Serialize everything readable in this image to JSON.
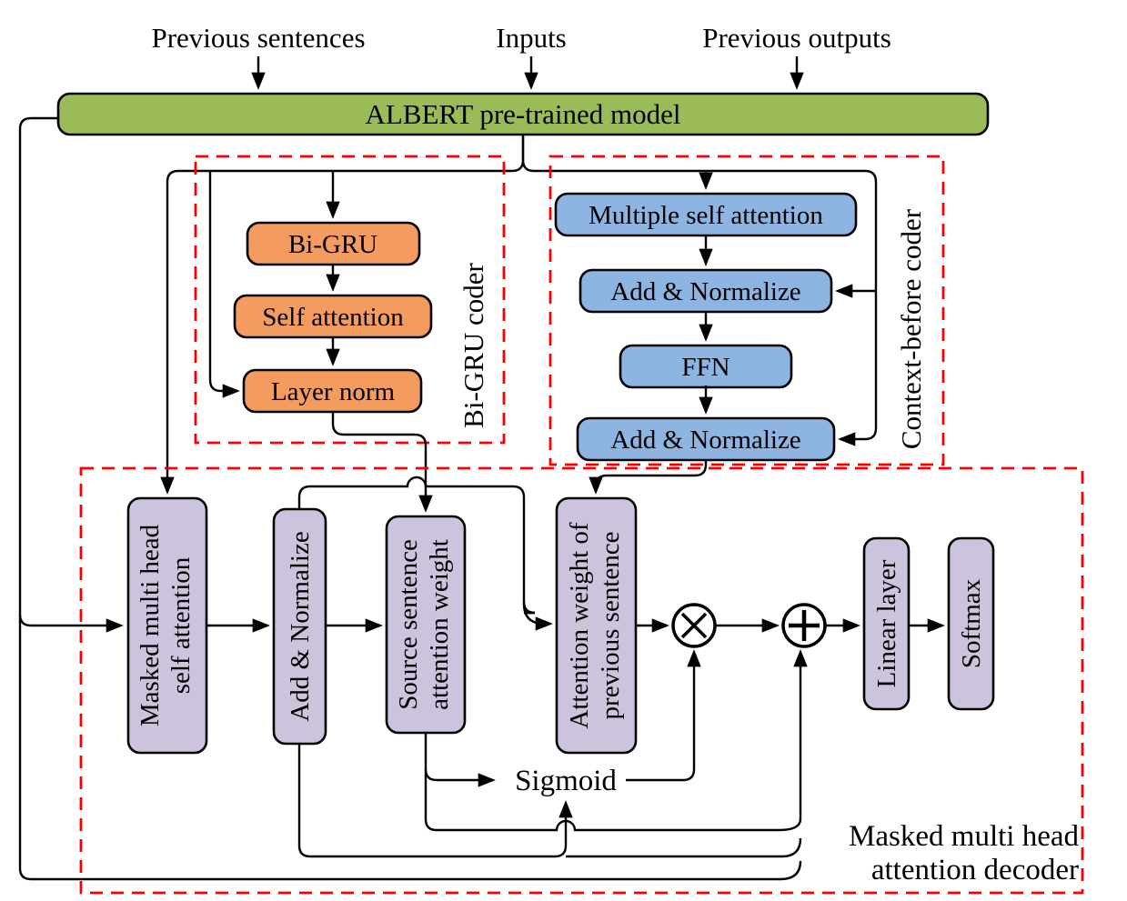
{
  "top_inputs": {
    "previous_sentences": "Previous sentences",
    "inputs": "Inputs",
    "previous_outputs": "Previous outputs"
  },
  "albert_label": "ALBERT pre-trained model",
  "bigru_coder": {
    "label": "Bi-GRU coder",
    "bi_gru": "Bi-GRU",
    "self_attention": "Self attention",
    "layer_norm": "Layer norm"
  },
  "context_coder": {
    "label": "Context-before coder",
    "multiple_self_attention": "Multiple self attention",
    "add_normalize_1": "Add & Normalize",
    "ffn": "FFN",
    "add_normalize_2": "Add & Normalize"
  },
  "decoder": {
    "label_line1": "Masked multi head",
    "label_line2": "attention decoder",
    "masked_mha_line1": "Masked multi head",
    "masked_mha_line2": "self attention",
    "add_normalize": "Add & Normalize",
    "source_weight_line1": "Source sentence",
    "source_weight_line2": "attention weight",
    "attention_weight_line1": "Attention weight of",
    "attention_weight_line2": "previous sentence",
    "sigmoid": "Sigmoid",
    "linear_layer": "Linear layer",
    "softmax": "Softmax",
    "multiply_operator": "circle-times-icon",
    "add_operator": "circle-plus-icon"
  },
  "colors": {
    "albert_green": "#9BBB59",
    "coder_orange": "#F49B5F",
    "coder_blue": "#8EB4E2",
    "decoder_lavender": "#CCC3DD",
    "dashed_red": "#F80000",
    "line_black": "#000000"
  }
}
